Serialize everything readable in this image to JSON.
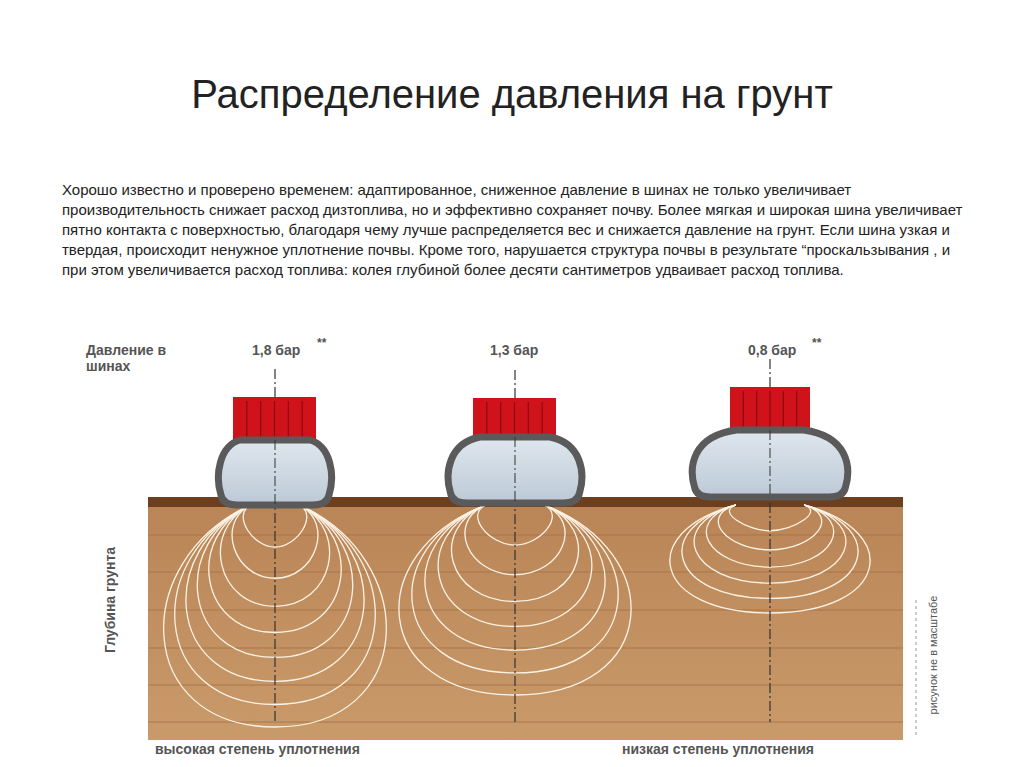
{
  "diagram": {
    "title": "Распределение давления на грунт",
    "labels": [
      "Хорошо известно и проверено временем: адаптированное, сниженное давление в шинах не только увеличивает производительность снижает расход дизтоплива, но и эффективно сохраняет почву. Более мягкая и широкая шина увеличивает пятно контакта с поверхностью, благодаря чему лучше распределяется вес и снижается давление на грунт. Если шина узкая и твердая, происходит ненужное уплотнение почвы. Кроме того, нарушается структура почвы в результате “проскальзывания , и при этом увеличивается расход топлива: колея глубиной более десяти сантиметров удваивает расход топлива.",
      "Давление в шинах",
      "1,8 бар",
      "**",
      "1,3 бар",
      "0,8 бар",
      "**",
      "Глубина грунта",
      "рисунок не в масштабе",
      "высокая степень уплотнения",
      "низкая степень уплотнения"
    ]
  }
}
